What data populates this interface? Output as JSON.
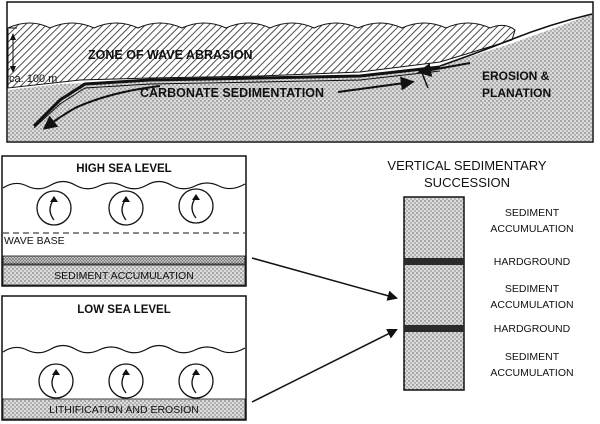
{
  "profile": {
    "zone_label": "ZONE OF WAVE ABRASION",
    "depth_label": "ca. 100 m",
    "carbonate_label": "CARBONATE SEDIMENTATION",
    "erosion_label_line1": "EROSION &",
    "erosion_label_line2": "PLANATION"
  },
  "high_panel": {
    "title": "HIGH SEA LEVEL",
    "wave_base_label": "WAVE BASE",
    "bottom_label": "SEDIMENT ACCUMULATION"
  },
  "low_panel": {
    "title": "LOW SEA LEVEL",
    "bottom_label": "LITHIFICATION AND EROSION"
  },
  "succession": {
    "title_line1": "VERTICAL SEDIMENTARY",
    "title_line2": "SUCCESSION",
    "layers": [
      {
        "line1": "SEDIMENT",
        "line2": "ACCUMULATION"
      },
      {
        "line1": "HARDGROUND",
        "line2": ""
      },
      {
        "line1": "SEDIMENT",
        "line2": "ACCUMULATION"
      },
      {
        "line1": "HARDGROUND",
        "line2": ""
      },
      {
        "line1": "SEDIMENT",
        "line2": "ACCUMULATION"
      }
    ]
  },
  "colors": {
    "ink": "#111111",
    "stipple_bg": "#d9d9d9",
    "dark_band": "#2a2a2a",
    "paper": "#ffffff"
  }
}
